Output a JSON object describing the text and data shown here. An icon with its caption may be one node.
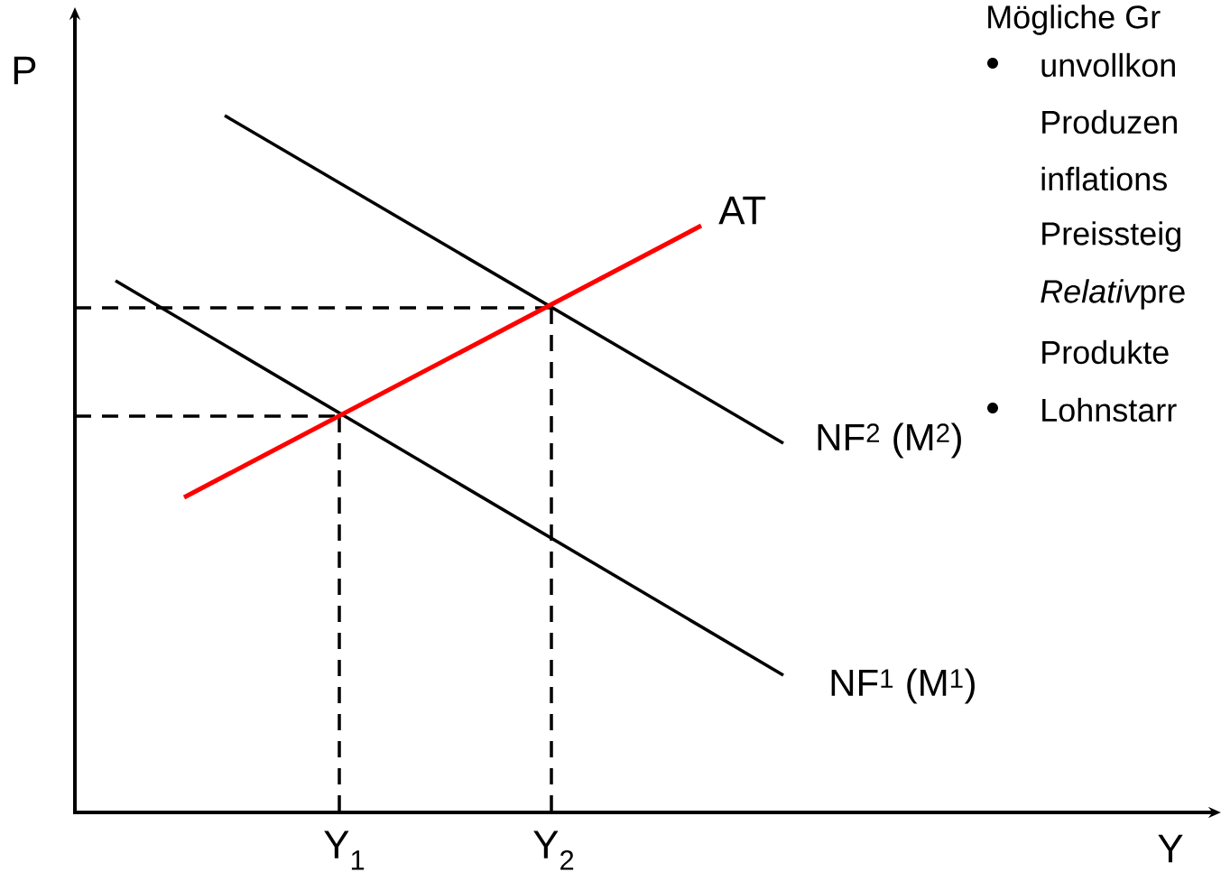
{
  "diagram": {
    "labels": [
      "P",
      "AT",
      "NF$^{2}$ (M$^{2}$)",
      "NF$^{1}$ (M$^{1}$)",
      "Y$_{1}$",
      "Y$_{2}$",
      "Y",
      "Mögliche Gr",
      "unvollkon",
      "Produzen",
      "inflations",
      "Preissteig",
      "Relativ",
      "pre",
      "Produkte",
      "Lohnstarr"
    ]
  }
}
